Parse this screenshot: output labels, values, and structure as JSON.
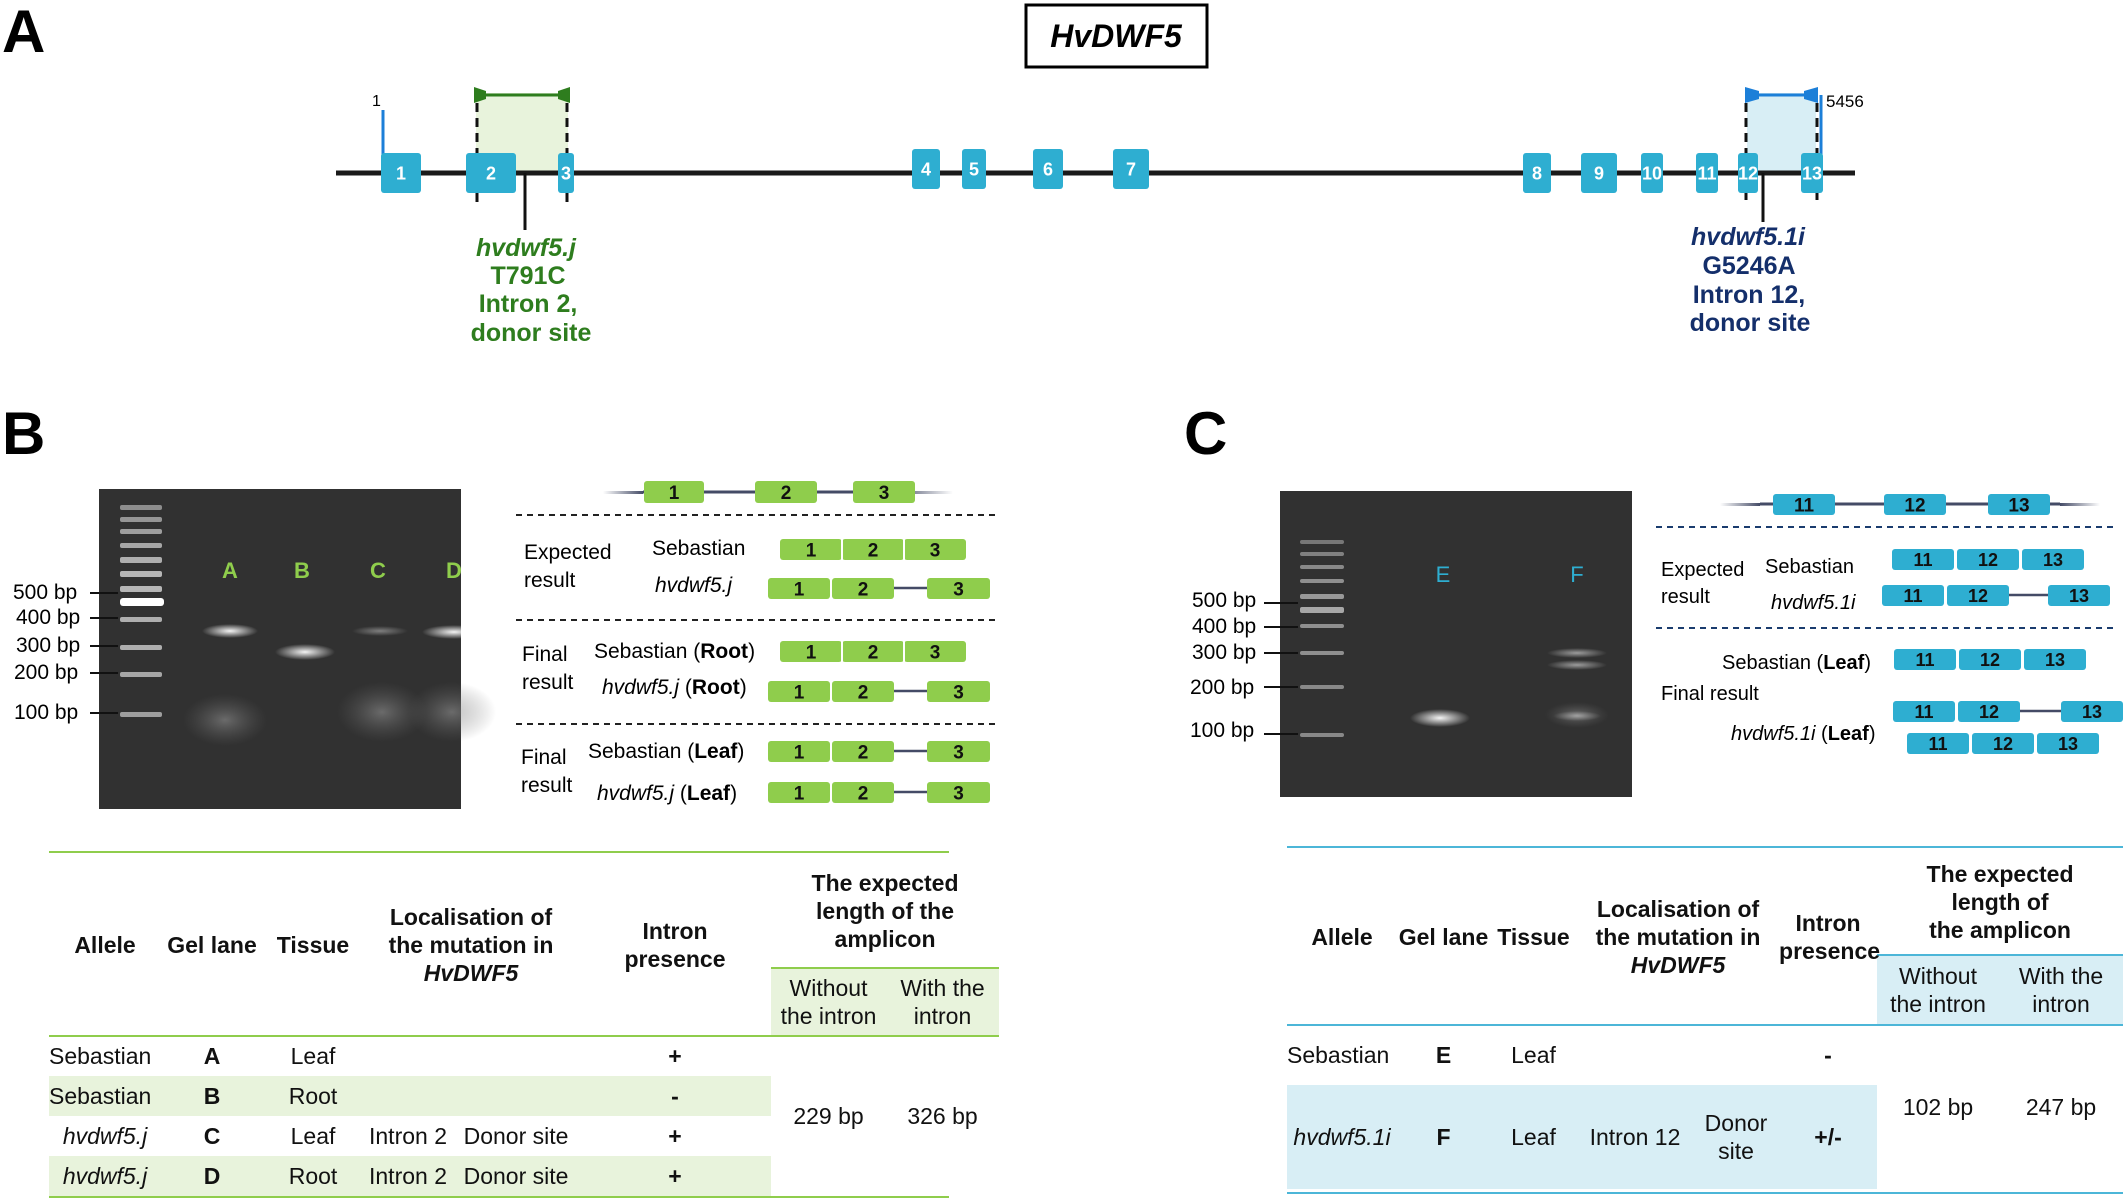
{
  "panel_a": {
    "letter": "A",
    "gene_title": "HvDWF5",
    "start_coord": "1",
    "end_coord": "5456",
    "exons": [
      "1",
      "2",
      "3",
      "4",
      "5",
      "6",
      "7",
      "8",
      "9",
      "10",
      "11",
      "12",
      "13"
    ],
    "mutation_j": {
      "allele": "hvdwf5.j",
      "change": "T791C",
      "location": "Intron 2,",
      "site": "donor site"
    },
    "mutation_1i": {
      "allele": "hvdwf5.1i",
      "change": "G5246A",
      "location": "Intron 12,",
      "site": "donor site"
    },
    "colors": {
      "exon": "#2eaed1",
      "exon_text": "#ffffff",
      "green": "#2e7d1e",
      "navy": "#142f6b",
      "primer_green": "#2e7d1e",
      "primer_blue": "#1c7fd8",
      "box_green": "#e8f3dc",
      "box_blue": "#d8eef5"
    }
  },
  "panel_b": {
    "letter": "B",
    "ladder_labels": [
      "500 bp",
      "400 bp",
      "300 bp",
      "200 bp",
      "100 bp"
    ],
    "lanes": [
      "A",
      "B",
      "C",
      "D"
    ],
    "lane_color": "#8fcd4c",
    "schematic_exons": [
      "1",
      "2",
      "3"
    ],
    "rows": [
      {
        "group": "Expected",
        "group2": "result",
        "items": [
          {
            "label": "Sebastian",
            "type": "spliced"
          },
          {
            "label": "hvdwf5.j",
            "type": "intron"
          }
        ]
      },
      {
        "group": "Final",
        "group2": "result",
        "items": [
          {
            "label": "Sebastian",
            "tissue": "Root",
            "type": "spliced"
          },
          {
            "label": "hvdwf5.j",
            "tissue": "Root",
            "type": "intron"
          }
        ]
      },
      {
        "group": "Final",
        "group2": "result",
        "items": [
          {
            "label": "Sebastian",
            "tissue": "Leaf",
            "type": "intron"
          },
          {
            "label": "hvdwf5.j",
            "tissue": "Leaf",
            "type": "intron"
          }
        ]
      }
    ],
    "table": {
      "headers": {
        "allele": "Allele",
        "gel_lane": "Gel lane",
        "tissue": "Tissue",
        "loc1": "Localisation of",
        "loc2": "the mutation in",
        "loc3": "HvDWF5",
        "intron1": "Intron",
        "intron2": "presence",
        "exp1": "The expected",
        "exp2": "length of the",
        "exp3": "amplicon",
        "without1": "Without",
        "without2": "the intron",
        "with1": "With the",
        "with2": "intron"
      },
      "rows": [
        {
          "allele": "Sebastian",
          "lane": "A",
          "tissue": "Leaf",
          "loc": "",
          "site": "",
          "intron": "+"
        },
        {
          "allele": "Sebastian",
          "lane": "B",
          "tissue": "Root",
          "loc": "",
          "site": "",
          "intron": "-"
        },
        {
          "allele": "hvdwf5.j",
          "lane": "C",
          "tissue": "Leaf",
          "loc": "Intron 2",
          "site": "Donor site",
          "intron": "+"
        },
        {
          "allele": "hvdwf5.j",
          "lane": "D",
          "tissue": "Root",
          "loc": "Intron 2",
          "site": "Donor site",
          "intron": "+"
        }
      ],
      "without_len": "229 bp",
      "with_len": "326 bp"
    }
  },
  "panel_c": {
    "letter": "C",
    "ladder_labels": [
      "500 bp",
      "400 bp",
      "300 bp",
      "200 bp",
      "100 bp"
    ],
    "lanes": [
      "E",
      "F"
    ],
    "lane_color": "#2eaed1",
    "schematic_exons": [
      "11",
      "12",
      "13"
    ],
    "expected": {
      "group": "Expected",
      "group2": "result",
      "items": [
        {
          "label": "Sebastian",
          "type": "spliced"
        },
        {
          "label": "hvdwf5.1i",
          "type": "intron"
        }
      ]
    },
    "final": {
      "group": "Final result",
      "seb": "Sebastian",
      "seb_tissue": "Leaf",
      "mut": "hvdwf5.1i",
      "mut_tissue": "Leaf"
    },
    "table": {
      "headers": {
        "allele": "Allele",
        "gel_lane": "Gel lane",
        "tissue": "Tissue",
        "loc1": "Localisation of",
        "loc2": "the mutation in",
        "loc3": "HvDWF5",
        "intron1": "Intron",
        "intron2": "presence",
        "exp1": "The expected",
        "exp2": "length of",
        "exp3": "the amplicon",
        "without1": "Without",
        "without2": "the intron",
        "with1": "With the",
        "with2": "intron"
      },
      "rows": [
        {
          "allele": "Sebastian",
          "lane": "E",
          "tissue": "Leaf",
          "loc": "",
          "site1": "",
          "site2": "",
          "intron": "-"
        },
        {
          "allele": "hvdwf5.1i",
          "lane": "F",
          "tissue": "Leaf",
          "loc": "Intron 12",
          "site1": "Donor",
          "site2": "site",
          "intron": "+/-"
        }
      ],
      "without_len": "102 bp",
      "with_len": "247 bp"
    }
  }
}
